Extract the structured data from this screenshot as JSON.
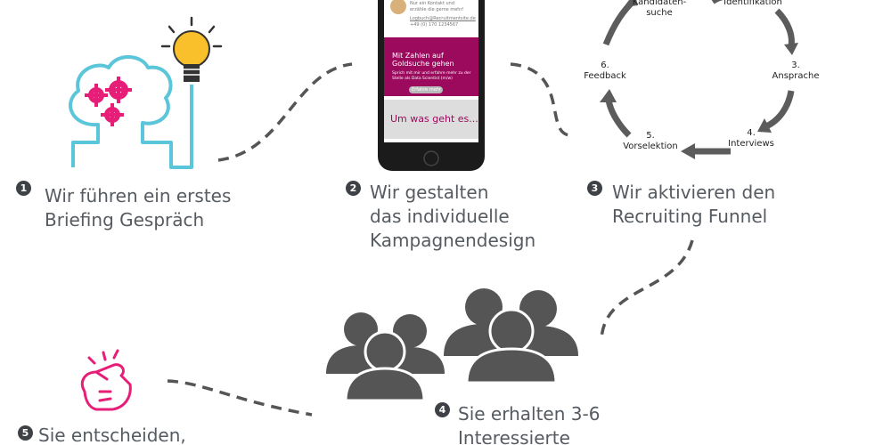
{
  "steps": [
    {
      "number": "1",
      "text": "Wir führen ein erstes\nBriefing Gespräch"
    },
    {
      "number": "2",
      "text": "Wir gestalten\ndas individuelle\nKampagnendesign"
    },
    {
      "number": "3",
      "text": "Wir aktivieren den\nRecruiting Funnel"
    },
    {
      "number": "4",
      "text": "Sie erhalten 3-6\nInteressierte"
    },
    {
      "number": "5",
      "text": "Sie entscheiden,"
    }
  ],
  "funnel": {
    "labels": [
      {
        "text": "Kandidaten-\nsuche"
      },
      {
        "text": "Identifikation"
      },
      {
        "text": "3.\nAnsprache"
      },
      {
        "text": "4.\nInterviews"
      },
      {
        "text": "5.\nVorselektion"
      },
      {
        "text": "6.\nFeedback"
      }
    ]
  },
  "phone": {
    "contact_line1": "Nur ein Kontakt und",
    "contact_line2": "erzähle die gerne mehr!",
    "email": "Logbuch@Recruitmentsite.de",
    "phone_number": "+49 (0) 170 1234567",
    "banner_title": "Mit Zahlen auf\nGoldsuche gehen",
    "banner_text": "Sprich mit mir und erfahre mehr zu der\nStelle als Data Scientist (m/w)",
    "button_label": "Erfahre mehr",
    "heading": "Um was geht es..."
  },
  "colors": {
    "accent": "#9c0a5e",
    "brand_pink": "#e61e78",
    "outline_blue": "#5bc5d9",
    "bulb_yellow": "#f9c02c",
    "dark_grey": "#555555",
    "text_grey": "#555b61"
  },
  "icons": [
    "head-gears-icon",
    "light-bulb-icon",
    "smartphone-icon",
    "cycle-arrows-icon",
    "people-group-icon",
    "pointing-hand-icon"
  ]
}
